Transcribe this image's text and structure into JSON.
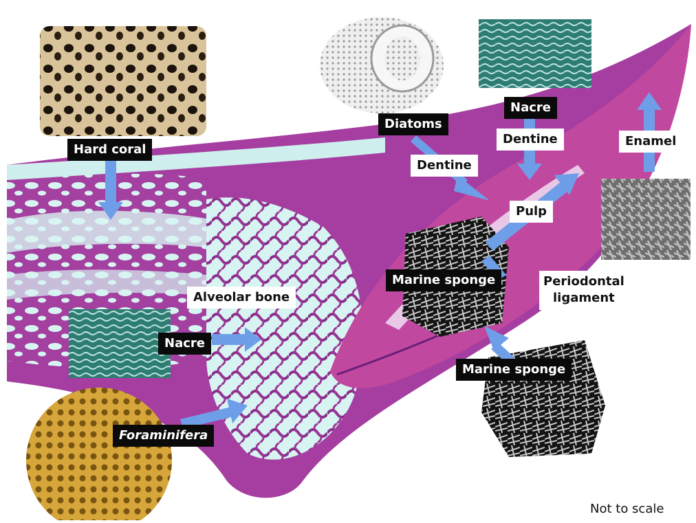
{
  "labels": {
    "hard_coral": "Hard coral",
    "diatoms": "Diatoms",
    "nacre_top": "Nacre",
    "dentine_top": "Dentine",
    "dentine_mid": "Dentine",
    "enamel": "Enamel",
    "pulp": "Pulp",
    "marine_sponge_mid": "Marine sponge",
    "periodontal_line1": "Periodontal",
    "periodontal_line2": "ligament",
    "alveolar_bone": "Alveolar bone",
    "nacre_left": "Nacre",
    "marine_sponge_bottom": "Marine sponge",
    "foraminifera": "Foraminifera"
  },
  "note": "Not to scale",
  "colors": {
    "tissue_purple": "#a53ea0",
    "tissue_dark": "#6a1f78",
    "tooth_pink": "#c0489f",
    "bone_gap": "#d8f4f2",
    "arrow_blue": "#6f9ee8",
    "label_dark": "#0a0a0a",
    "label_light": "#ffffff",
    "coral": "#c9b488",
    "nacre_teal": "#2f7a70",
    "foram_gold": "#c89a2a",
    "sponge_gray": "#7a7a7a"
  }
}
